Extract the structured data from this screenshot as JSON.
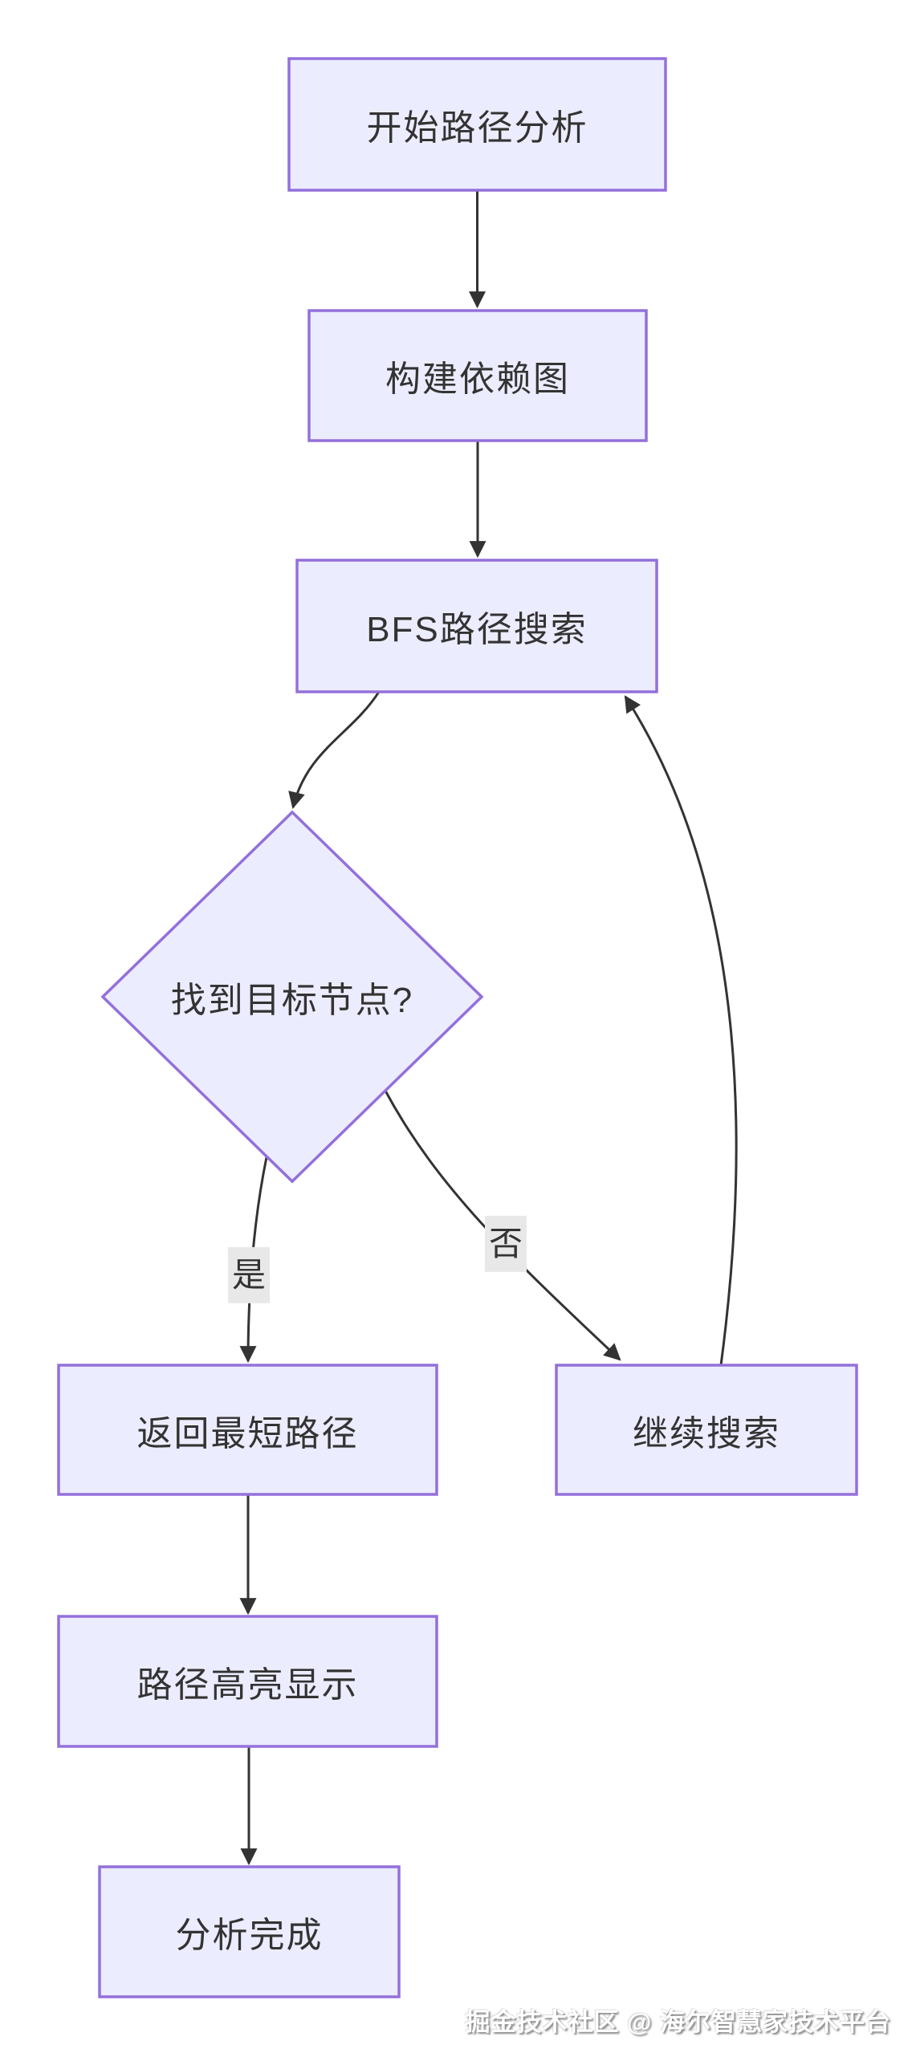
{
  "page": {
    "background": "#ffffff"
  },
  "diagram": {
    "type": "flowchart",
    "direction": "top-down",
    "colors": {
      "node_fill": "#ECECFF",
      "node_border": "#9370DB",
      "edge": "#333333",
      "text": "#333333",
      "edge_label_bg": "#e8e8e8"
    },
    "nodes": [
      {
        "id": "A",
        "shape": "rect",
        "label": "开始路径分析"
      },
      {
        "id": "B",
        "shape": "rect",
        "label": "构建依赖图"
      },
      {
        "id": "C",
        "shape": "rect",
        "label": "BFS路径搜索"
      },
      {
        "id": "D",
        "shape": "diamond",
        "label": "找到目标节点?"
      },
      {
        "id": "E",
        "shape": "rect",
        "label": "返回最短路径"
      },
      {
        "id": "F",
        "shape": "rect",
        "label": "继续搜索"
      },
      {
        "id": "G",
        "shape": "rect",
        "label": "路径高亮显示"
      },
      {
        "id": "H",
        "shape": "rect",
        "label": "分析完成"
      }
    ],
    "edges": [
      {
        "from": "A",
        "to": "B",
        "label": ""
      },
      {
        "from": "B",
        "to": "C",
        "label": ""
      },
      {
        "from": "C",
        "to": "D",
        "label": ""
      },
      {
        "from": "D",
        "to": "E",
        "label": "是"
      },
      {
        "from": "D",
        "to": "F",
        "label": "否"
      },
      {
        "from": "F",
        "to": "C",
        "label": ""
      },
      {
        "from": "E",
        "to": "G",
        "label": ""
      },
      {
        "from": "G",
        "to": "H",
        "label": ""
      }
    ],
    "watermark": "掘金技术社区 @ 海尔智慧家技术平台"
  }
}
